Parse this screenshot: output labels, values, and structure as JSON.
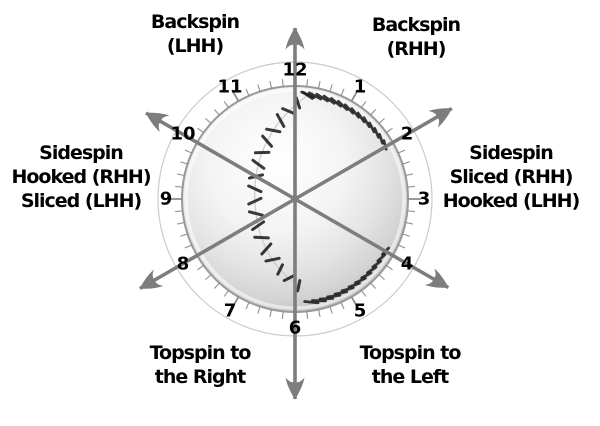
{
  "diagram_title": "baseball-spin-clock-diagram",
  "labels": {
    "top_left": [
      "Backspin",
      "(LHH)"
    ],
    "top_right": [
      "Backspin",
      "(RHH)"
    ],
    "left": [
      "Sidespin",
      "Hooked (RHH)",
      "Sliced (LHH)"
    ],
    "right": [
      "Sidespin",
      "Sliced (RHH)",
      "Hooked (LHH)"
    ],
    "bottom_left": [
      "Topspin to",
      "the Right"
    ],
    "bottom_right": [
      "Topspin to",
      "the Left"
    ]
  },
  "clock": {
    "numbers": [
      "1",
      "2",
      "3",
      "4",
      "5",
      "6",
      "7",
      "8",
      "9",
      "10",
      "11",
      "12"
    ]
  },
  "arrow_axes": [
    "12-6",
    "10-4",
    "2-8"
  ],
  "colors": {
    "arrow": "#7d7d7d",
    "tick": "#8f8f8f",
    "rim_ring": "#9a9a9a",
    "outer_circle": "#cbcbcb",
    "stitch": "#1f1f1f",
    "seam_line": "#cdcdcd",
    "ball_edge": "#b0b0b0",
    "text": "#000000"
  }
}
